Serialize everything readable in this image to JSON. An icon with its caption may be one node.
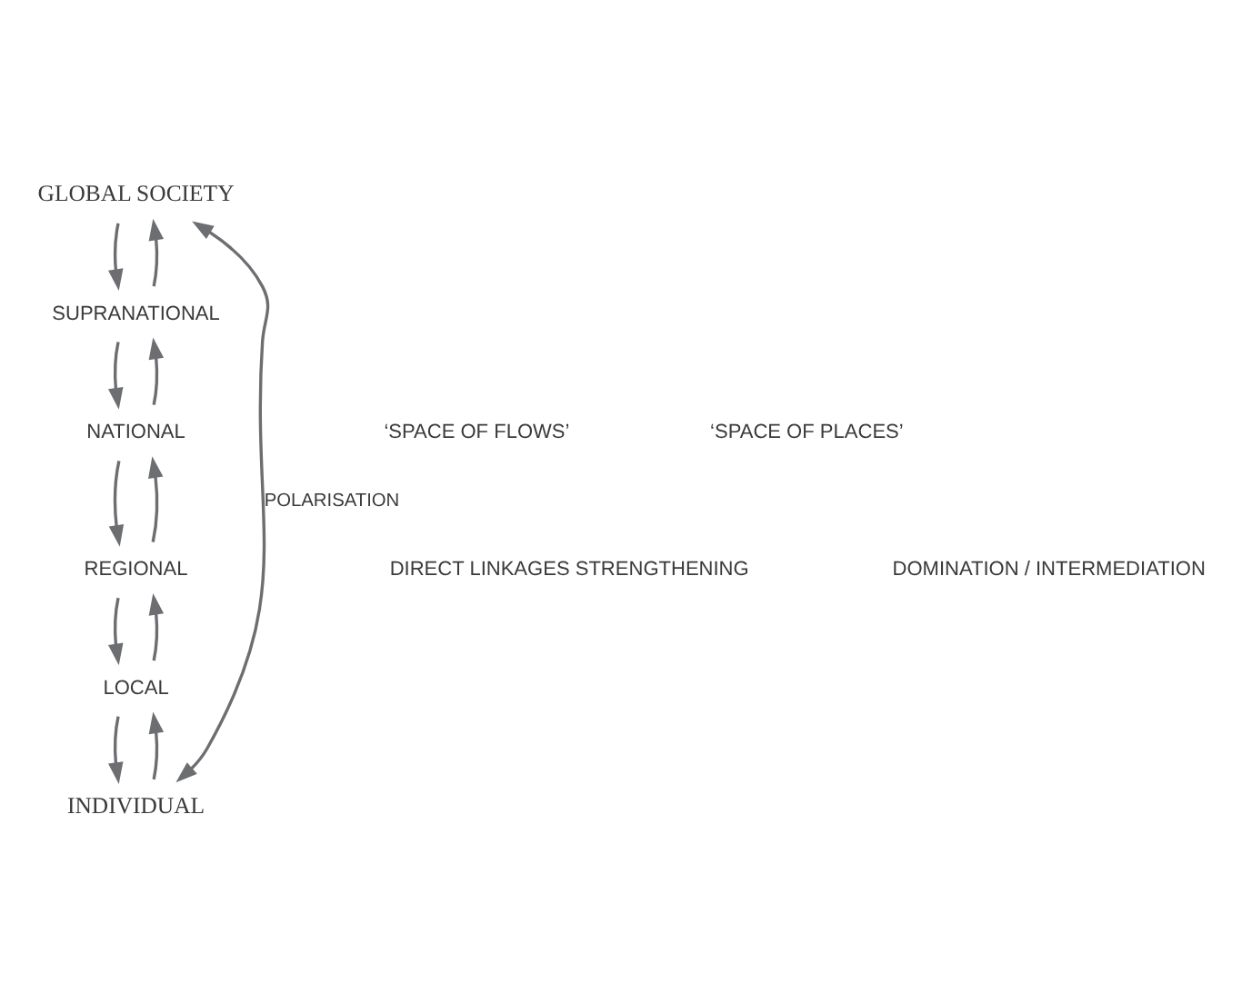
{
  "diagram": {
    "nodes": [
      {
        "text": [
          "GLOBAL SOCIETY"
        ]
      },
      {
        "text": [
          "SUPRANATIONAL"
        ]
      },
      {
        "text": [
          "NATIONAL"
        ]
      },
      {
        "text": [
          "REGIONAL"
        ]
      },
      {
        "text": [
          "LOCAL"
        ]
      },
      {
        "text": [
          "INDIVIDUAL"
        ]
      }
    ],
    "edges": [
      {
        "from": 0,
        "to": 1,
        "arrow": "to"
      },
      {
        "from": 1,
        "to": 0,
        "arrow": "to"
      },
      {
        "from": 1,
        "to": 2,
        "arrow": "to"
      },
      {
        "from": 2,
        "to": 1,
        "arrow": "to"
      },
      {
        "from": 2,
        "to": 3,
        "arrow": "to"
      },
      {
        "from": 3,
        "to": 2,
        "arrow": "to"
      },
      {
        "from": 3,
        "to": 4,
        "arrow": "to"
      },
      {
        "from": 4,
        "to": 3,
        "arrow": "to"
      },
      {
        "from": 4,
        "to": 5,
        "arrow": "to"
      },
      {
        "from": 5,
        "to": 4,
        "arrow": "to"
      },
      {
        "from": 0,
        "to": 5,
        "arrow": "both",
        "label": "POLARISATION"
      }
    ],
    "labels": [
      "‘SPACE OF FLOWS’",
      "DIRECT LINKAGES STRENGTHENING",
      "‘SPACE OF PLACES’",
      "DOMINATION / INTERMEDIATION"
    ]
  }
}
